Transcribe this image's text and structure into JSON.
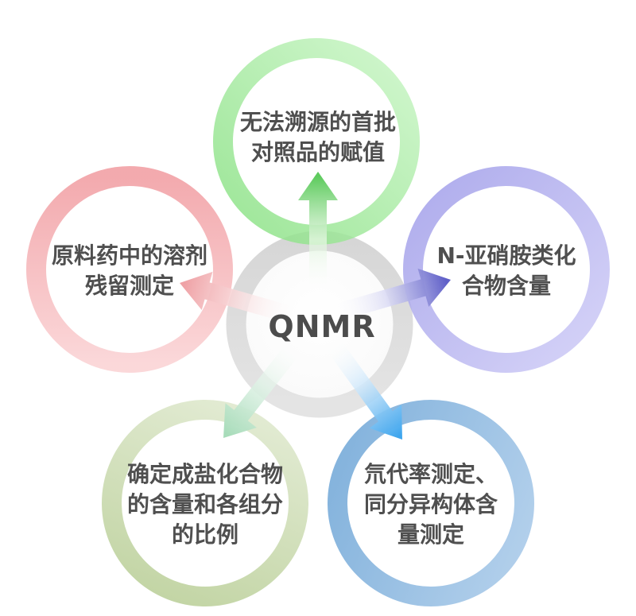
{
  "diagram": {
    "center_node": {
      "label": "QNMR",
      "ring_color": "#d4d4d4",
      "ring_color_light": "#e3e3e3"
    },
    "nodes": [
      {
        "id": "top",
        "lines": [
          "无法溯源的首批",
          "对照品的赋值"
        ],
        "ring_color": "#86e080",
        "ring_color_light": "#c8f5c4",
        "arrow_tip_color": "#5ecb5e",
        "arrow_mid_color": "#dff5dc"
      },
      {
        "id": "right",
        "lines": [
          "N-亚硝胺类化",
          "合物含量"
        ],
        "ring_color": "#9c99e8",
        "ring_color_light": "#cdcaf6",
        "arrow_tip_color": "#6060c8",
        "arrow_mid_color": "#dcdcf5"
      },
      {
        "id": "left",
        "lines": [
          "原料药中的溶剂",
          "残留测定"
        ],
        "ring_color": "#f0979c",
        "ring_color_light": "#facfd1",
        "arrow_tip_color": "#efa2a6",
        "arrow_mid_color": "#fae3e4"
      },
      {
        "id": "bottom-left",
        "lines": [
          "确定成盐化合物",
          "的含量和各组分",
          "的比例"
        ],
        "ring_color": "#b6cc92",
        "ring_color_light": "#dbe6c8",
        "arrow_tip_color": "#a8dcba",
        "arrow_mid_color": "#e2f3e8"
      },
      {
        "id": "bottom-right",
        "lines": [
          "氘代率测定、",
          "同分异构体含",
          "量测定"
        ],
        "ring_color": "#74a9d8",
        "ring_color_light": "#a6c8e8",
        "arrow_tip_color": "#3fa6ee",
        "arrow_mid_color": "#cfe8fb"
      }
    ],
    "text_color": "#4f4f4f",
    "background_color": "#ffffff"
  }
}
